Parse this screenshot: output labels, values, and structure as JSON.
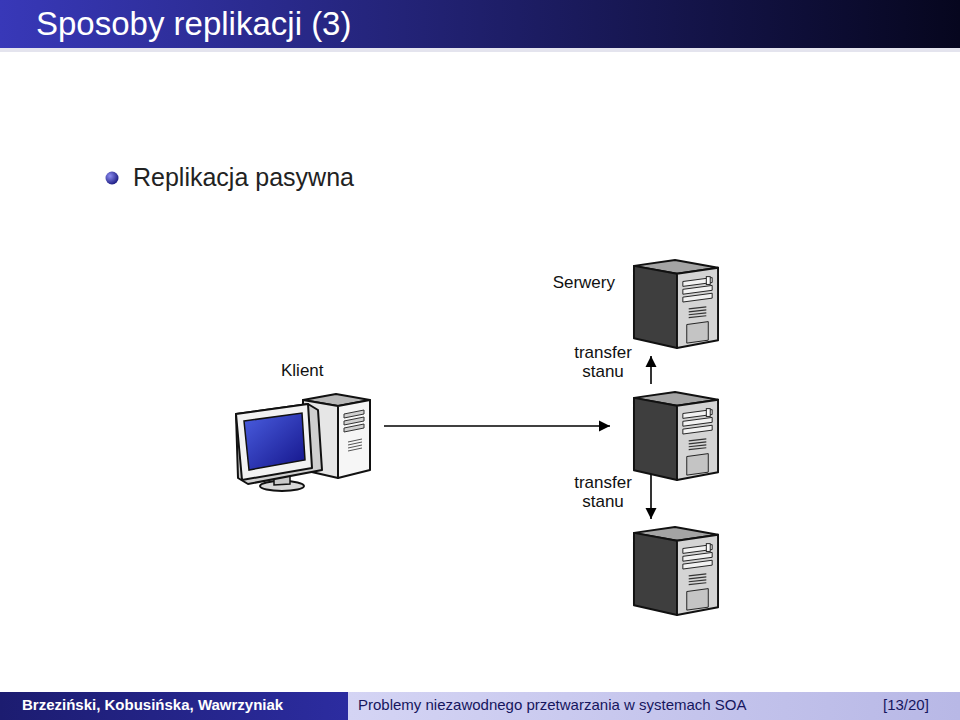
{
  "diagram": {
    "title": "Sposoby replikacji (3)",
    "nodes": [
      {
        "text": [
          "Klient"
        ]
      },
      {
        "text": [
          "Serwery"
        ]
      },
      {
        "text": []
      },
      {
        "text": []
      }
    ],
    "edges": [
      {
        "from": 0,
        "to": 2,
        "arrow": "to"
      },
      {
        "from": 2,
        "to": 1,
        "label": "transfer stanu",
        "arrow": "to"
      },
      {
        "from": 2,
        "to": 3,
        "label": "transfer stanu",
        "arrow": "to"
      }
    ],
    "labels": [
      "Replikacja pasywna",
      "Brzeziński, Kobusińska, Wawrzyniak",
      "Problemy niezawodnego przetwarzania w systemach SOA",
      "[13/20]"
    ]
  }
}
